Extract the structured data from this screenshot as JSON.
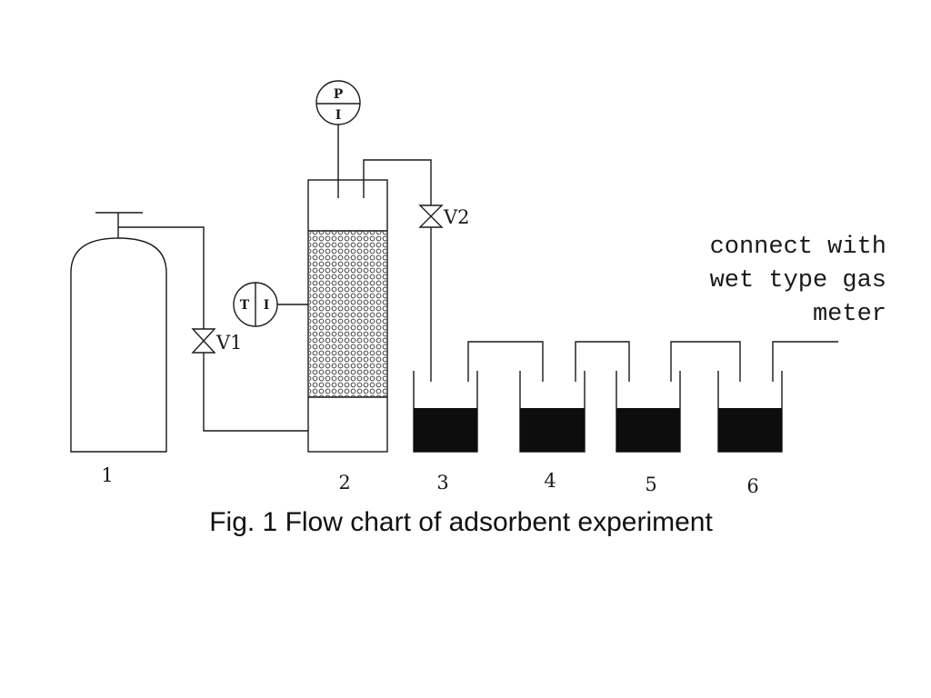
{
  "caption": "Fig. 1 Flow chart of adsorbent experiment",
  "components": {
    "n1": "1",
    "n2": "2",
    "n3": "3",
    "n4": "4",
    "n5": "5",
    "n6": "6"
  },
  "valves": {
    "v1": "V1",
    "v2": "V2"
  },
  "gauges": {
    "pressure_top": "P",
    "pressure_bottom": "I",
    "temperature_left": "T",
    "temperature_right": "I"
  },
  "note": {
    "line1": "connect with",
    "line2": "wet type gas",
    "line3": "meter"
  },
  "colors": {
    "line": "#1a1a1a",
    "liquid": "#0d0d0d"
  }
}
